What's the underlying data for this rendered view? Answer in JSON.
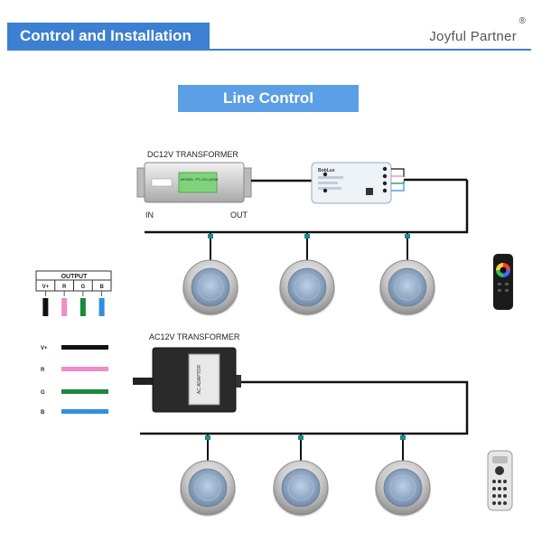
{
  "header": {
    "title": "Control and Installation",
    "brand": "Joyful Partner",
    "registered_mark": "®"
  },
  "section": {
    "title": "Line Control"
  },
  "top_circuit": {
    "transformer_label": "DC12V TRANSFORMER",
    "in_label": "IN",
    "out_label": "OUT",
    "transformer_model": "MODEL: PT-12V-100W",
    "controller_brand": "BobLux",
    "light_count": 3
  },
  "bottom_circuit": {
    "transformer_label": "AC12V TRANSFORMER",
    "adapter_text": "AC ADAPTOR",
    "light_count": 3
  },
  "output_table": {
    "title": "OUTPUT",
    "columns": [
      "V+",
      "R",
      "G",
      "B"
    ],
    "colors": [
      "#111111",
      "#f08cc8",
      "#1a8a3a",
      "#2f8fe0"
    ]
  },
  "legend": {
    "items": [
      {
        "label": "V+",
        "color": "#111111"
      },
      {
        "label": "R",
        "color": "#f08cc8"
      },
      {
        "label": "G",
        "color": "#1a8a3a"
      },
      {
        "label": "B",
        "color": "#2f8fe0"
      }
    ]
  },
  "colors": {
    "header_blue": "#3d7fd0",
    "title_blue": "#5b9fe6",
    "wire": "#111111"
  }
}
